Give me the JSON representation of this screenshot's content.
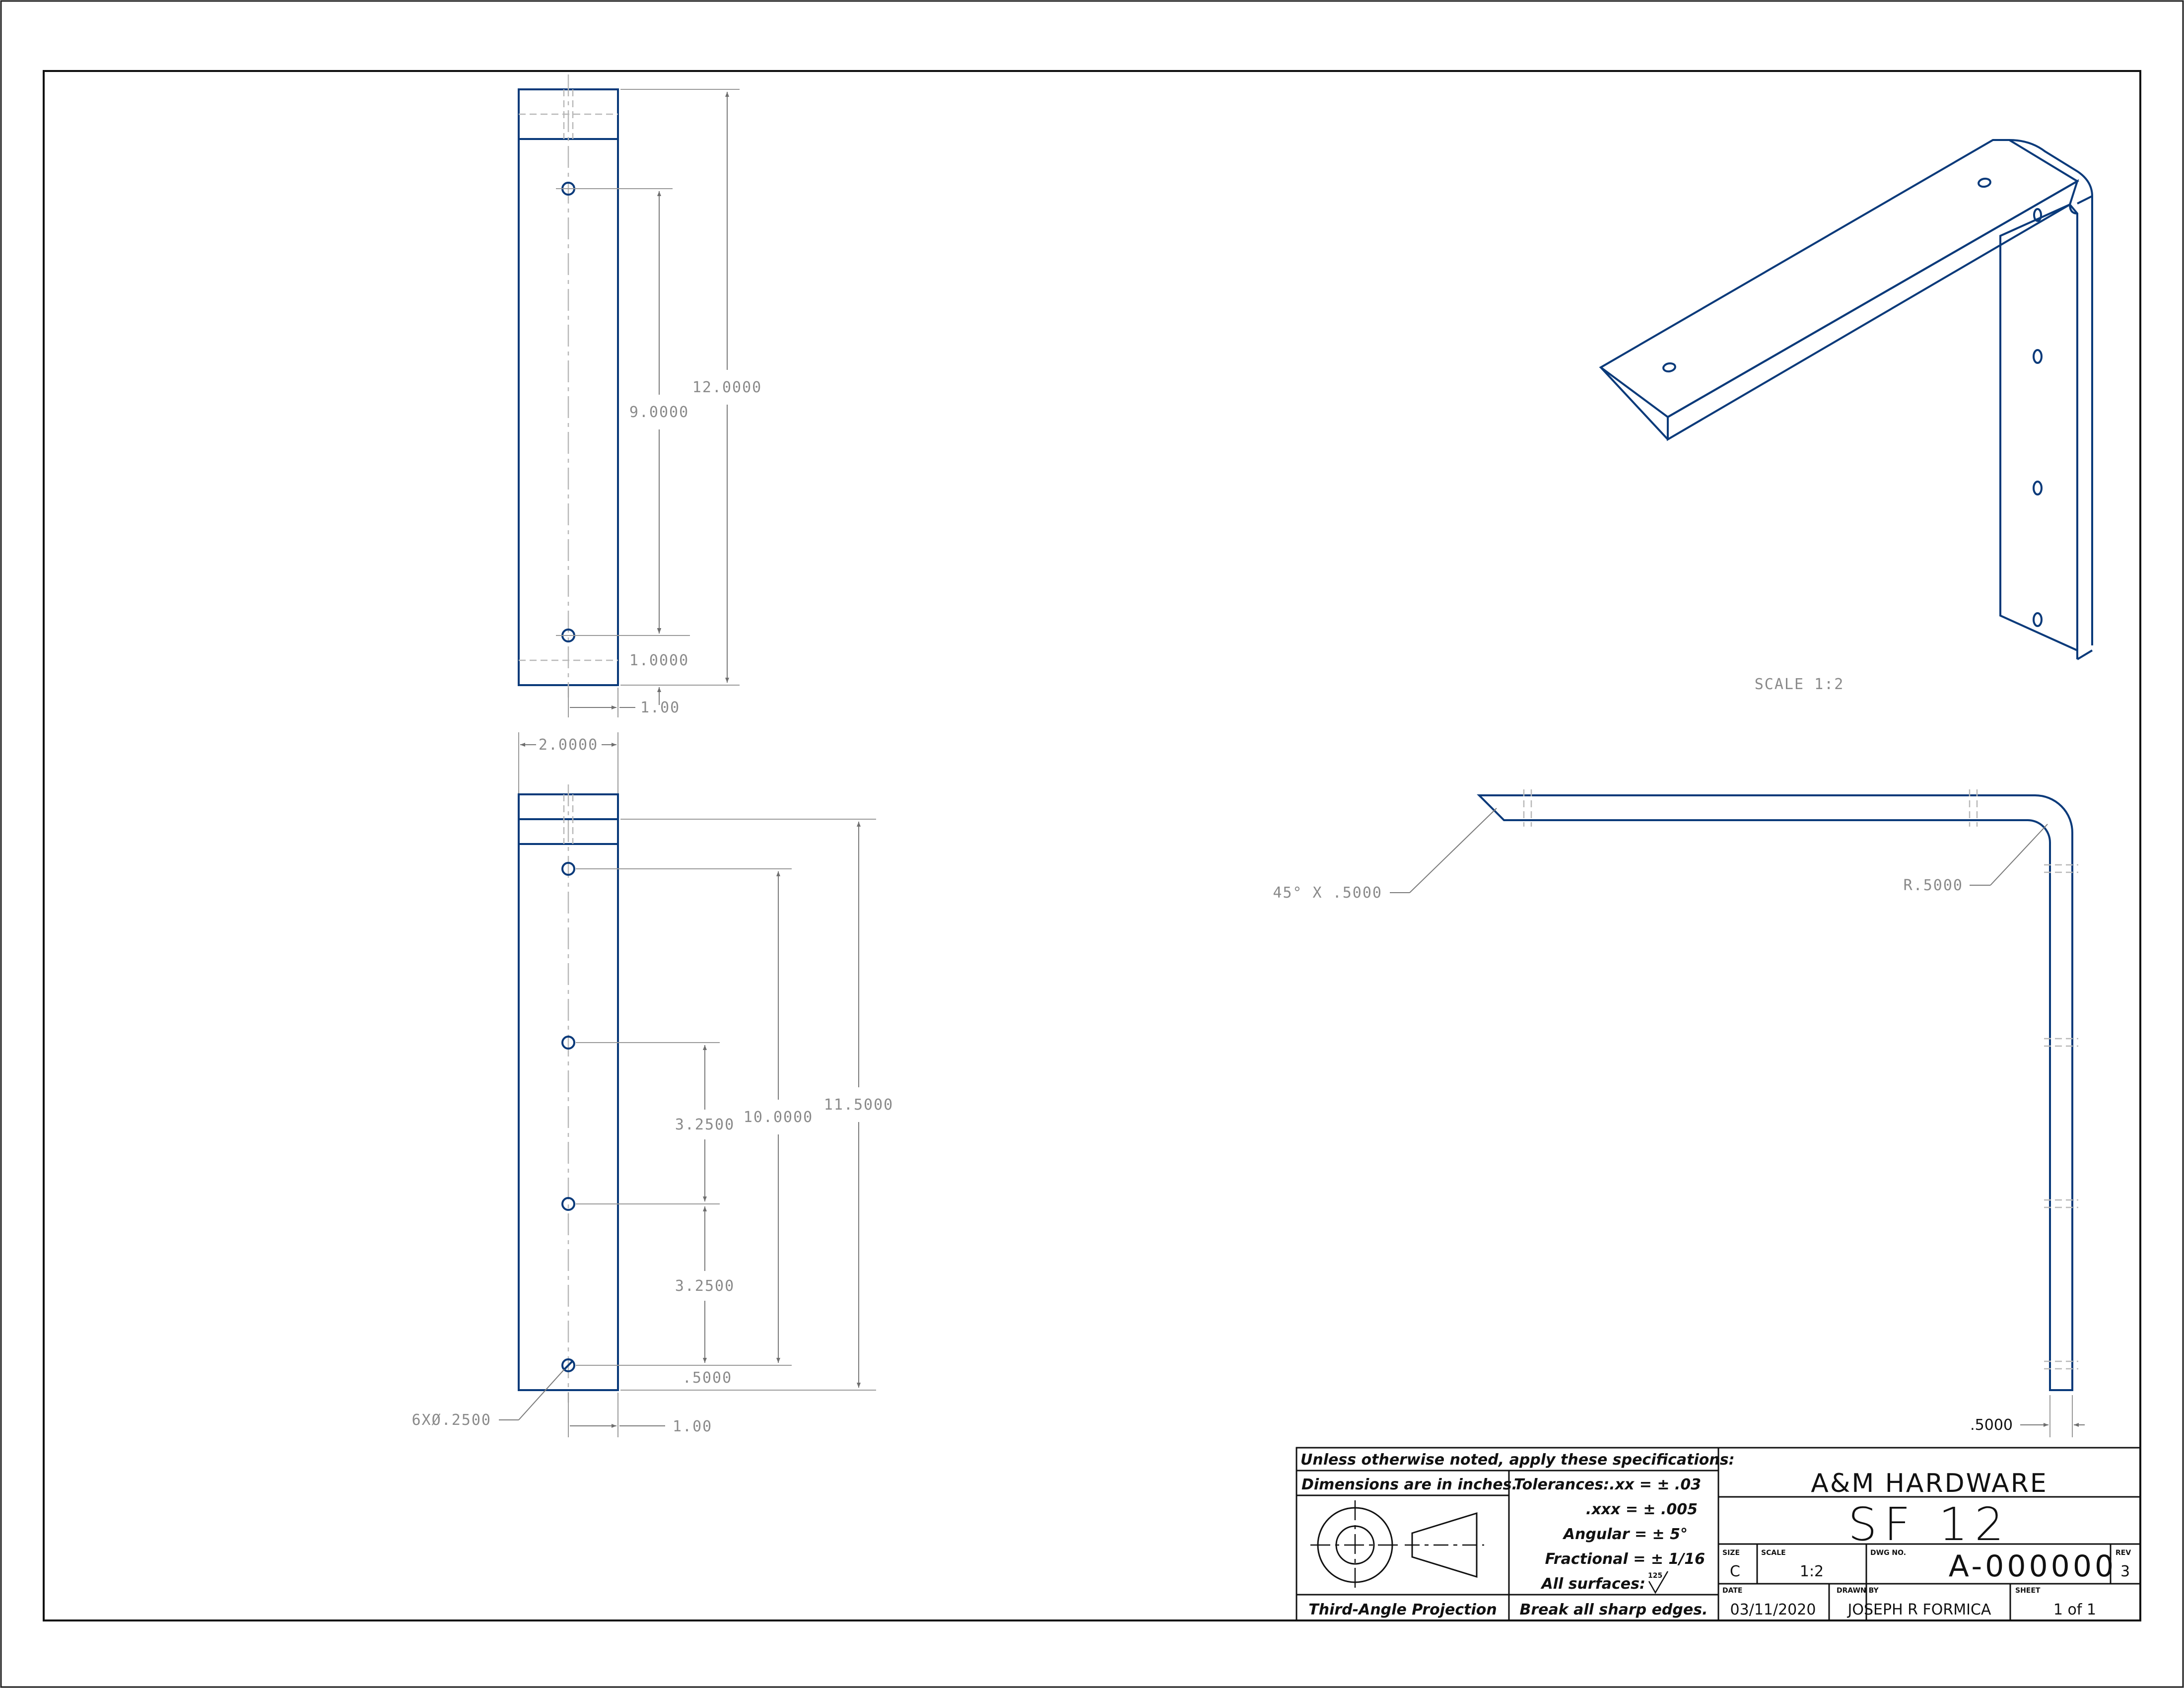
{
  "views": {
    "top": {
      "dims": {
        "overall": "12.0000",
        "hole_spacing": "9.0000",
        "hole_offset": "1.0000",
        "hole_inset": "1.00"
      }
    },
    "front": {
      "dims": {
        "width": "2.0000",
        "overall": "11.5000",
        "span": "10.0000",
        "pitch_upper": "3.2500",
        "pitch_lower": "3.2500",
        "bottom_offset": ".5000",
        "hole_inset": "1.00",
        "holes": "6XØ.2500"
      }
    },
    "iso": {
      "scale_label": "SCALE  1:2"
    },
    "side": {
      "chamfer": "45° X .5000",
      "radius": "R.5000",
      "thickness": ".5000"
    }
  },
  "title_block": {
    "notes": {
      "header": "Unless otherwise noted, apply these specifications:",
      "units": "Dimensions are in inches.",
      "tol_xx": "Tolerances:.xx = ±  .03",
      "tol_xxx": ".xxx = ±  .005",
      "angular": "Angular = ±  5°",
      "fractional": "Fractional = ±  1/16",
      "surfaces": "All surfaces:",
      "finish": "125",
      "break_edges": "Break all sharp edges.",
      "projection": "Third-Angle Projection"
    },
    "company": "A&M HARDWARE",
    "title": "SF 12",
    "labels": {
      "size": "SIZE",
      "scale": "SCALE",
      "dwg_no": "DWG NO.",
      "rev": "REV",
      "date": "DATE",
      "drawn_by": "DRAWN BY",
      "sheet": "SHEET"
    },
    "values": {
      "size": "C",
      "scale": "1:2",
      "dwg_no": "A-000000",
      "rev": "3",
      "date": "03/11/2020",
      "drawn_by": "JOSEPH R FORMICA",
      "sheet": "1 of 1"
    }
  }
}
